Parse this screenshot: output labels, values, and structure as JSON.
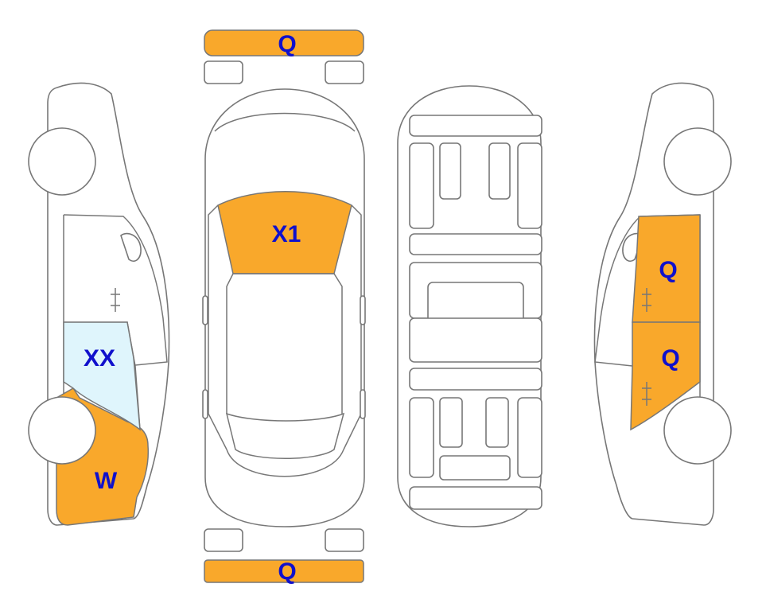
{
  "colors": {
    "damage_fill": "#F9A82B",
    "highlight_fill": "#DFF5FC",
    "label_color": "#1010CC",
    "outline": "#777777"
  },
  "labels": {
    "front_bumper": "Q",
    "rear_bumper": "Q",
    "windshield": "X1",
    "left_rear_window": "XX",
    "left_rear_quarter": "W",
    "right_front_door": "Q",
    "right_rear_door": "Q"
  }
}
